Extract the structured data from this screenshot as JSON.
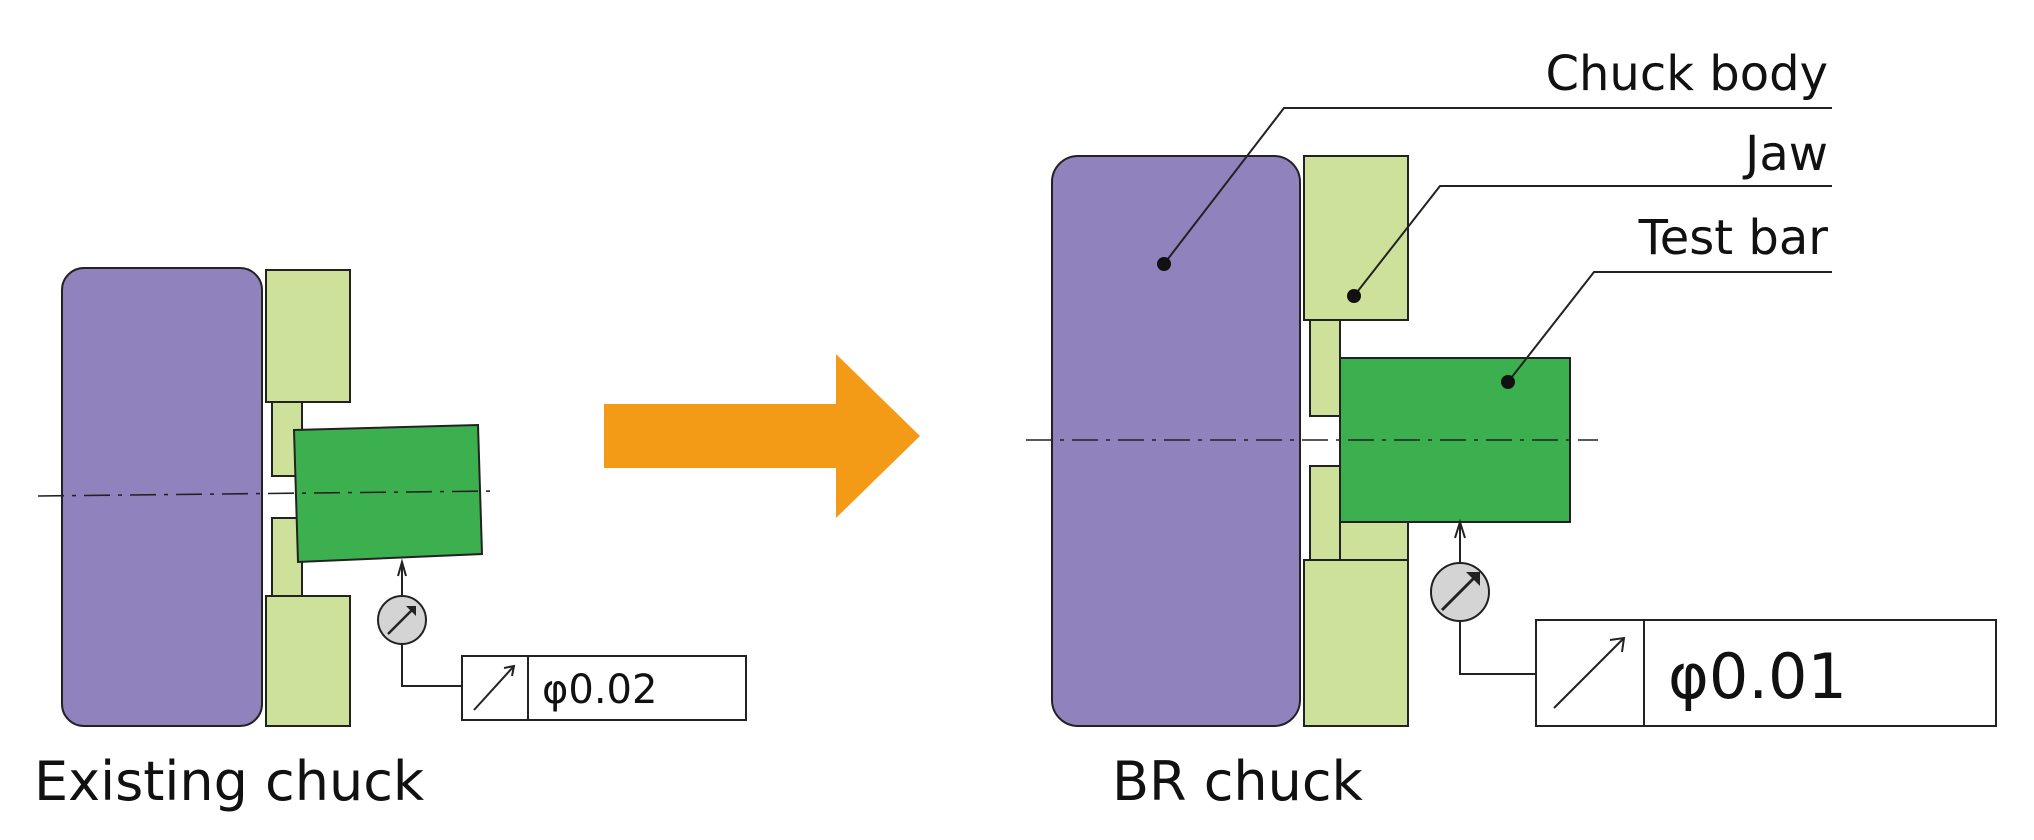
{
  "left": {
    "caption": "Existing chuck",
    "tolerance": "φ0.02"
  },
  "right": {
    "caption": "BR chuck",
    "tolerance": "φ0.01",
    "labels": {
      "chuck_body": "Chuck body",
      "jaw": "Jaw",
      "test_bar": "Test bar"
    }
  },
  "colors": {
    "chuck_body": "#8f82bd",
    "jaw": "#cee19b",
    "test_bar": "#3cb04f",
    "arrow": "#f39a16",
    "gauge": "#d4d4d4",
    "line": "#222222"
  }
}
